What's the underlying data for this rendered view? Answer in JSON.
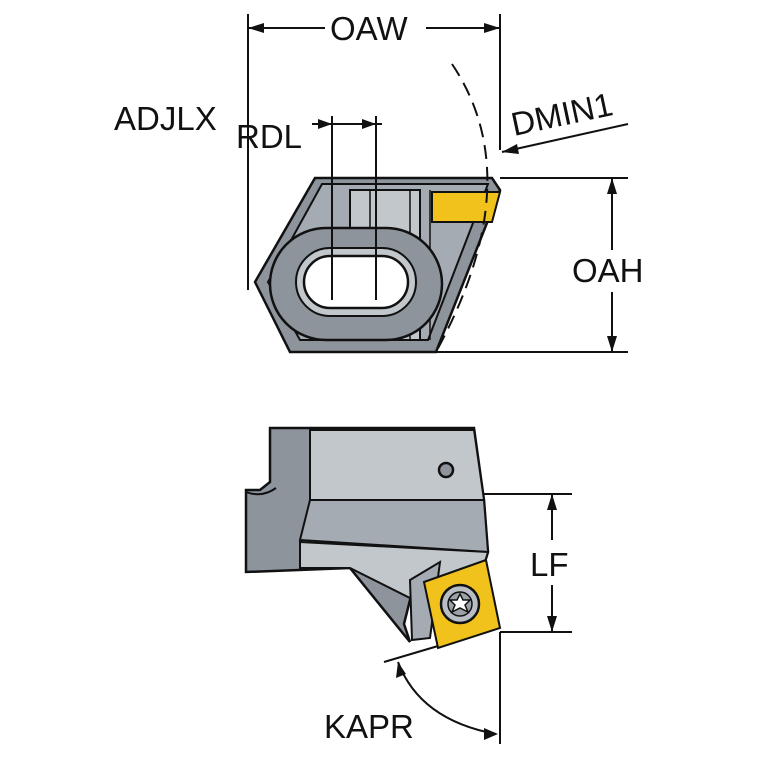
{
  "labels": {
    "oaw": "OAW",
    "adjlx": "ADJLX",
    "rdl": "RDL",
    "dmin1": "DMIN1",
    "oah": "OAH",
    "lf": "LF",
    "kapr": "KAPR"
  },
  "colors": {
    "body_dark": "#8d949c",
    "body_mid": "#a4abb3",
    "body_light": "#c2c7cc",
    "insert": "#f1c21b",
    "line": "#111111"
  },
  "icons": {
    "insert_screw": "torx-screw-icon"
  }
}
